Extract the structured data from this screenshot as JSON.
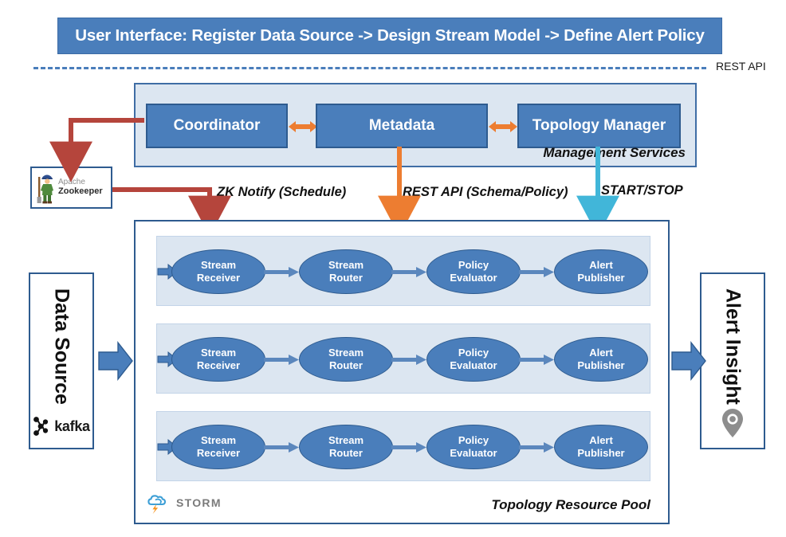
{
  "title_bar": {
    "text": "User Interface:  Register Data Source -> Design Stream Model -> Define Alert Policy"
  },
  "divider": {
    "label": "REST API"
  },
  "management": {
    "panel_label": "Management Services",
    "services": [
      {
        "name": "Coordinator"
      },
      {
        "name": "Metadata"
      },
      {
        "name": "Topology Manager"
      }
    ]
  },
  "zookeeper": {
    "vendor": "Apache",
    "name": "Zookeeper"
  },
  "flow_labels": {
    "zk_notify": "ZK Notify (Schedule)",
    "rest_api": "REST API (Schema/Policy)",
    "start_stop": "START/STOP"
  },
  "pool": {
    "label": "Topology Resource Pool",
    "engine": "STORM",
    "rows": [
      {
        "nodes": [
          {
            "line1": "Stream",
            "line2": "Receiver"
          },
          {
            "line1": "Stream",
            "line2": "Router"
          },
          {
            "line1": "Policy",
            "line2": "Evaluator"
          },
          {
            "line1": "Alert",
            "line2": "Publisher"
          }
        ]
      },
      {
        "nodes": [
          {
            "line1": "Stream",
            "line2": "Receiver"
          },
          {
            "line1": "Stream",
            "line2": "Router"
          },
          {
            "line1": "Policy",
            "line2": "Evaluator"
          },
          {
            "line1": "Alert",
            "line2": "Publisher"
          }
        ]
      },
      {
        "nodes": [
          {
            "line1": "Stream",
            "line2": "Receiver"
          },
          {
            "line1": "Stream",
            "line2": "Router"
          },
          {
            "line1": "Policy",
            "line2": "Evaluator"
          },
          {
            "line1": "Alert",
            "line2": "Publisher"
          }
        ]
      }
    ]
  },
  "data_source": {
    "title": "Data Source",
    "logo": "kafka"
  },
  "alert_insight": {
    "title": "Alert Insight"
  },
  "colors": {
    "primary_blue": "#4a7ebb",
    "border_blue": "#2e5b8f",
    "panel_fill": "#dce6f1",
    "orange": "#ed7d31",
    "cyan": "#41b6d9",
    "red": "#b5453c",
    "gray": "#8c8c8c"
  }
}
